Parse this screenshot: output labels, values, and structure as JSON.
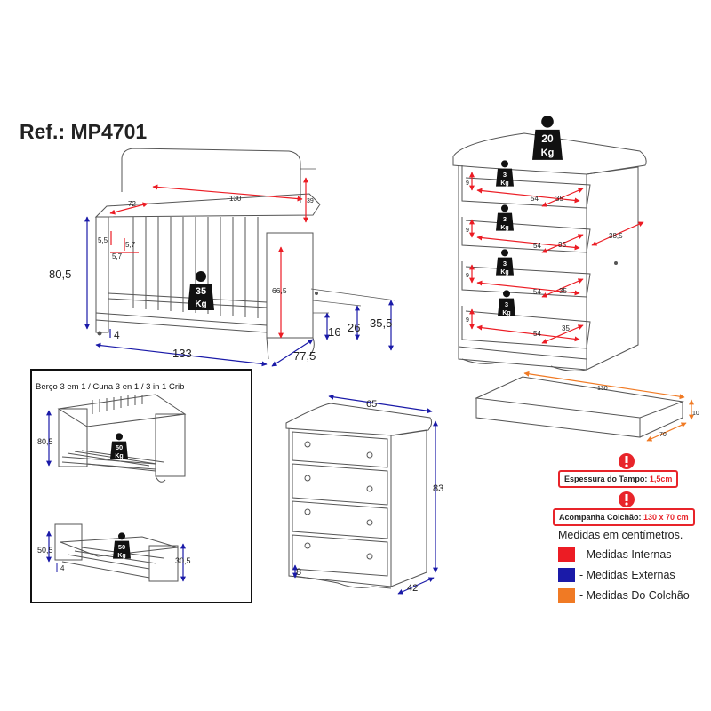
{
  "header": {
    "ref": "Ref.: MP4701"
  },
  "crib": {
    "internal": {
      "length": "130",
      "width": "72",
      "headboard": "39",
      "height": "66,5",
      "slat_a": "5,5",
      "slat_b": "5,7",
      "slat_c": "5,7"
    },
    "external": {
      "height": "80,5",
      "base": "4",
      "length": "133",
      "depth": "77,5",
      "drawer": "16",
      "bed_h": "26",
      "rail_h": "35,5"
    },
    "weight": {
      "value": "35",
      "unit": "Kg"
    }
  },
  "inset": {
    "title": "Berço 3 em 1 / Cuna 3 en 1 / 3 in 1 Crib",
    "sofa": {
      "height": "80,5",
      "weight": "50",
      "unit": "Kg"
    },
    "bed": {
      "height_left": "50,5",
      "height_right": "30,5",
      "base": "4",
      "weight": "50",
      "unit": "Kg"
    }
  },
  "dresser_open": {
    "top_weight": {
      "value": "20",
      "unit": "Kg"
    },
    "drawers": [
      {
        "h": "9",
        "w": "54",
        "d": "35",
        "weight": "3",
        "unit": "Kg"
      },
      {
        "h": "9",
        "w": "54",
        "d": "35",
        "weight": "3",
        "unit": "Kg"
      },
      {
        "h": "9",
        "w": "54",
        "d": "35",
        "weight": "3",
        "unit": "Kg"
      },
      {
        "h": "9",
        "w": "54",
        "d": "35",
        "weight": "3",
        "unit": "Kg"
      }
    ],
    "side_depth": "38,5"
  },
  "dresser_closed": {
    "width": "65",
    "height": "83",
    "depth": "42",
    "foot": "8"
  },
  "mattress": {
    "length": "130",
    "width": "70",
    "height": "10"
  },
  "warnings": [
    {
      "label": "Espessura do Tampo:",
      "value": "1,5cm"
    },
    {
      "label": "Acompanha Colchão:",
      "value": "130 x 70 cm"
    }
  ],
  "legend": {
    "title": "Medidas em centímetros.",
    "items": [
      {
        "label": "- Medidas Internas",
        "color": "#ec1c24"
      },
      {
        "label": "- Medidas Externas",
        "color": "#1a1aa8"
      },
      {
        "label": "- Medidas Do Colchão",
        "color": "#f07a24"
      }
    ]
  },
  "colors": {
    "internal": "#ec1c24",
    "external": "#1a1aa8",
    "mattress": "#f07a24",
    "line": "#555555",
    "badge": "#111111"
  }
}
